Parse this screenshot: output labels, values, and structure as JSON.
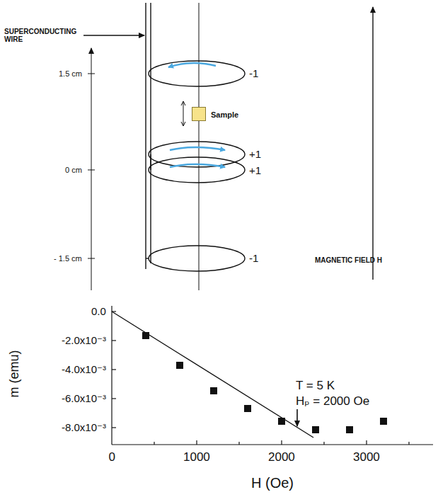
{
  "diagram": {
    "nodes": [
      {
        "text": [
          "Sample"
        ]
      }
    ],
    "labels": [
      "SUPERCONDUCTING WIRE",
      "1.5 cm",
      "0 cm",
      "- 1.5 cm",
      "-1",
      "+1",
      "+1",
      "-1",
      "MAGNETIC FIELD H",
      "0.0",
      "-2.0x10⁻³",
      "-4.0x10⁻³",
      "-6.0x10⁻³",
      "-8.0x10⁻³",
      "m (emu)",
      "0",
      "1000",
      "2000",
      "3000",
      "H (Oe)",
      "T = 5 K",
      "Hₚ = 2000 Oe"
    ]
  }
}
